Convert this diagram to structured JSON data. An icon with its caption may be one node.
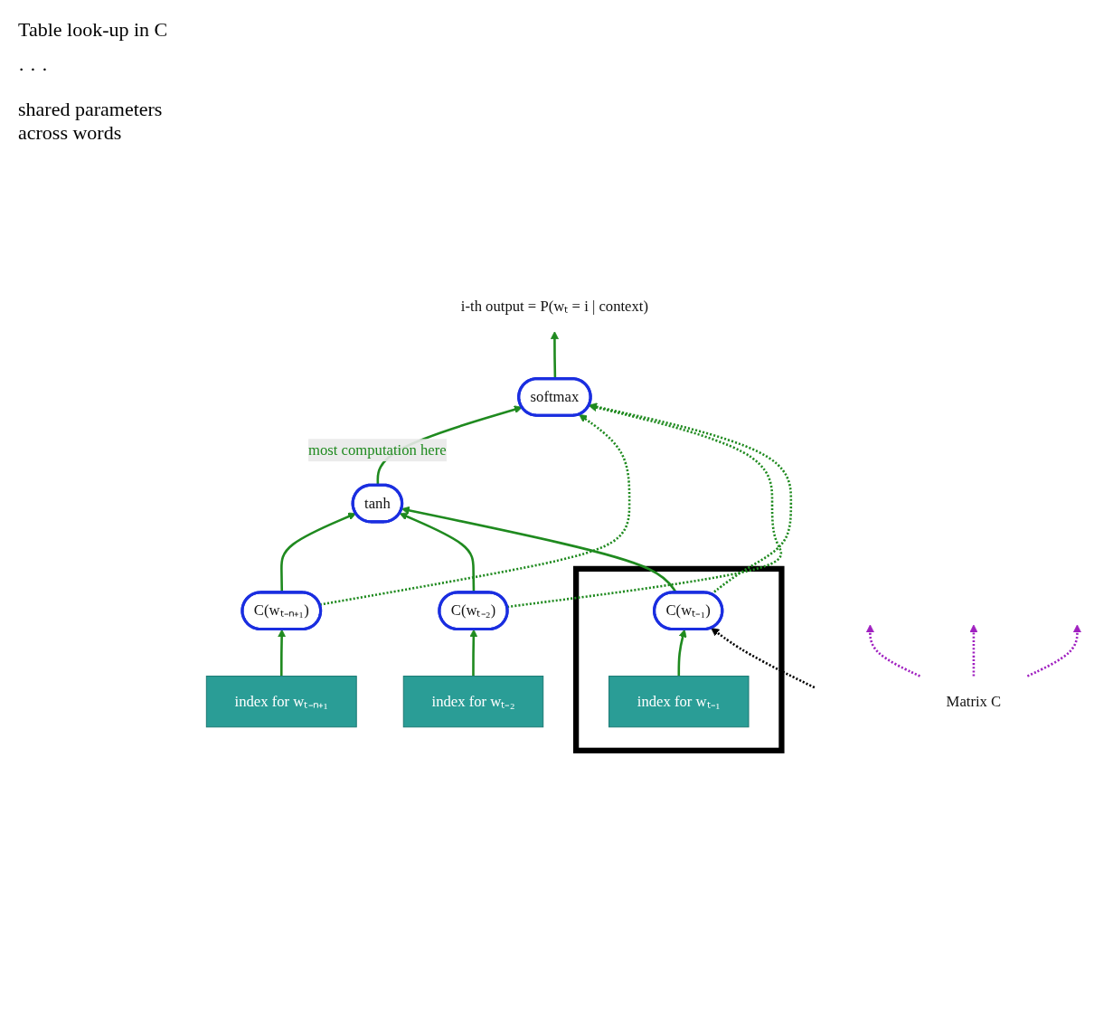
{
  "diagram": {
    "nodes": [
      {
        "text": [
          "i-th output = P(wₜ = i | context)"
        ]
      },
      {
        "text": [
          "softmax"
        ]
      },
      {
        "text": [
          "tanh"
        ]
      },
      {
        "text": [
          "C(wₜ₋ₙ₊₁)"
        ]
      },
      {
        "text": [
          "C(wₜ₋₂)"
        ]
      },
      {
        "text": [],
        "shape": "box"
      },
      {
        "text": [
          "C(wₜ₋₁)"
        ],
        "in": 5
      },
      {
        "text": [
          "index for wₜ₋ₙ₊₁"
        ]
      },
      {
        "text": [
          "index for wₜ₋₂"
        ]
      },
      {
        "text": [
          "index for wₜ₋₁"
        ],
        "in": 5
      },
      {
        "text": [
          "Matrix C"
        ]
      }
    ],
    "edges": [
      {
        "from": 1,
        "to": 0,
        "arrow": "to"
      },
      {
        "from": 2,
        "to": 1,
        "arrow": "to",
        "label": "most computation here"
      },
      {
        "from": 3,
        "to": 1,
        "arrow": "to",
        "style": "dashed"
      },
      {
        "from": 4,
        "to": 1,
        "arrow": "to",
        "style": "dashed"
      },
      {
        "from": 6,
        "to": 1,
        "arrow": "to",
        "style": "dashed"
      },
      {
        "from": 3,
        "to": 2,
        "arrow": "to"
      },
      {
        "from": 4,
        "to": 2,
        "arrow": "to"
      },
      {
        "from": 6,
        "to": 2,
        "arrow": "to"
      },
      {
        "from": 7,
        "to": 3,
        "arrow": "to"
      },
      {
        "from": 8,
        "to": 4,
        "arrow": "to"
      },
      {
        "from": 9,
        "to": 6,
        "arrow": "to"
      },
      {
        "from": 10,
        "to": null,
        "arrow": "to",
        "style": "dashed",
        "color": "#a020c0"
      },
      {
        "from": 10,
        "to": null,
        "arrow": "to",
        "style": "dashed",
        "color": "#a020c0"
      },
      {
        "from": 10,
        "to": null,
        "arrow": "to",
        "style": "dashed",
        "color": "#a020c0"
      },
      {
        "from": null,
        "to": 6,
        "arrow": "to",
        "style": "dashed",
        "color": "#000000"
      }
    ],
    "labels": [
      "Table look-up in C",
      "· · ·",
      "shared parameters across words"
    ]
  }
}
